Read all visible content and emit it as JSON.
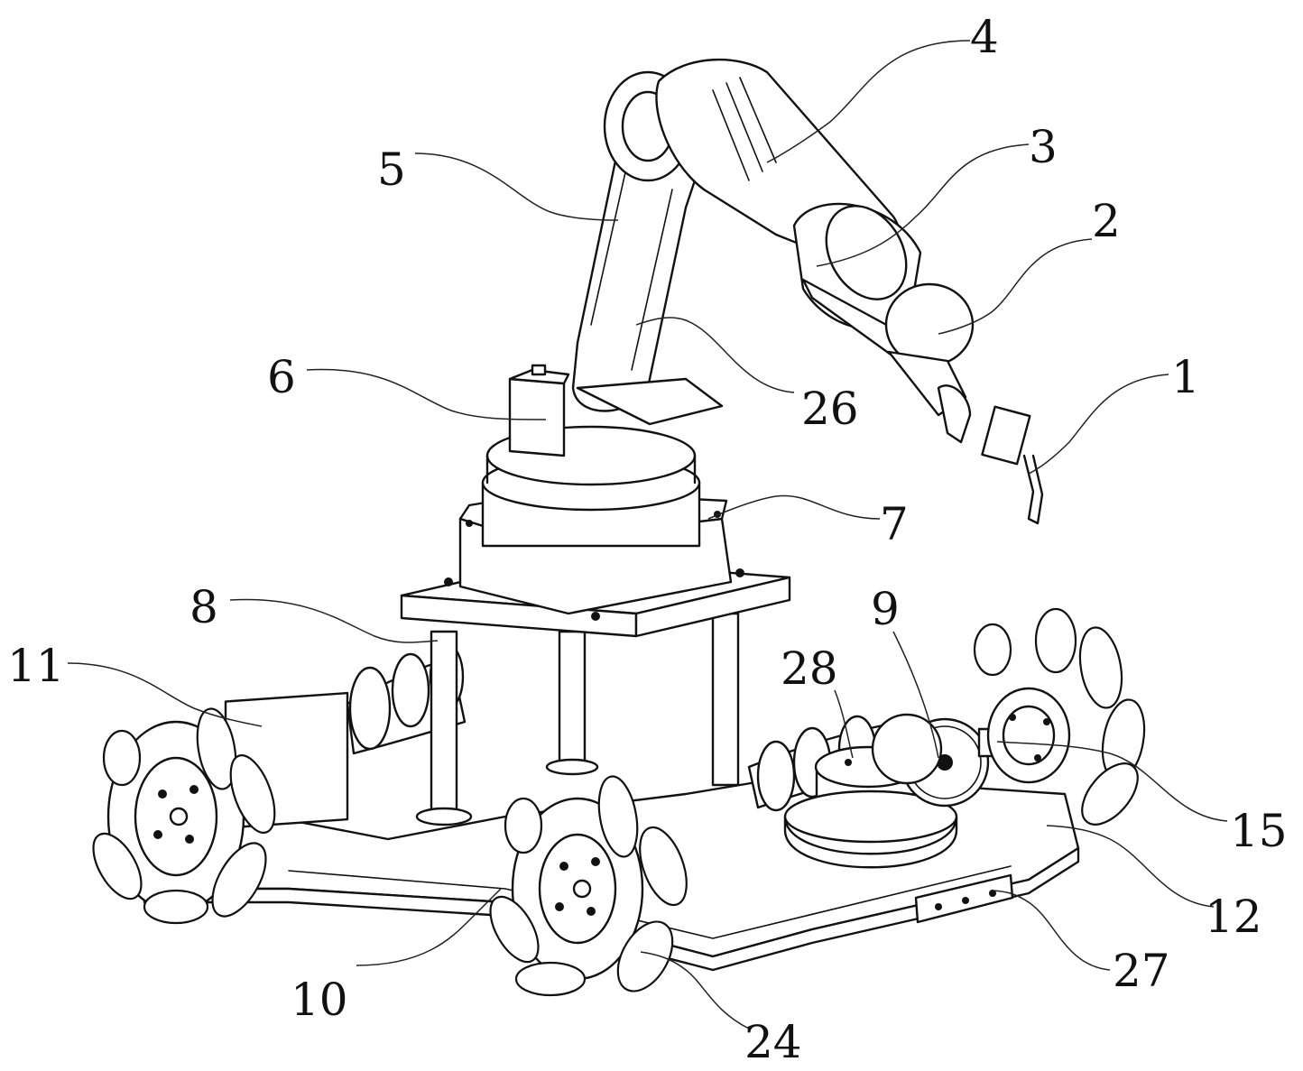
{
  "figure": {
    "background": "#ffffff",
    "line_color": "#111111"
  },
  "callouts": [
    {
      "id": "c1",
      "label": "1"
    },
    {
      "id": "c2",
      "label": "2"
    },
    {
      "id": "c3",
      "label": "3"
    },
    {
      "id": "c4",
      "label": "4"
    },
    {
      "id": "c5",
      "label": "5"
    },
    {
      "id": "c6",
      "label": "6"
    },
    {
      "id": "c7",
      "label": "7"
    },
    {
      "id": "c8",
      "label": "8"
    },
    {
      "id": "c9",
      "label": "9"
    },
    {
      "id": "c10",
      "label": "10"
    },
    {
      "id": "c11",
      "label": "11"
    },
    {
      "id": "c12",
      "label": "12"
    },
    {
      "id": "c15",
      "label": "15"
    },
    {
      "id": "c24",
      "label": "24"
    },
    {
      "id": "c26",
      "label": "26"
    },
    {
      "id": "c27",
      "label": "27"
    },
    {
      "id": "c28",
      "label": "28"
    }
  ]
}
